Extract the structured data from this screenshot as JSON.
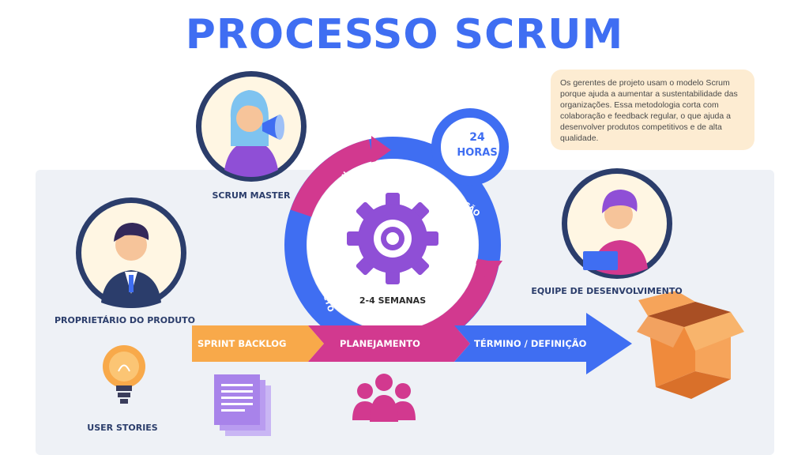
{
  "title": "PROCESSO SCRUM",
  "note": "Os gerentes de projeto usam o modelo Scrum porque ajuda a aumentar a sustentabilidade das organizações. Essa metodologia corta com colaboração e feedback regular, o que ajuda a desenvolver produtos competitivos e de alta qualidade.",
  "roles": {
    "scrum_master": "SCRUM MASTER",
    "product_owner": "PROPRIETÁRIO DO PRODUTO",
    "dev_team": "EQUIPE DE DESENVOLVIMENTO"
  },
  "cycle": {
    "review": "REVIEW",
    "implementation": "IMPLEMENTAÇÃO",
    "retrospect": "RETROSPECTO",
    "duration": "2-4 SEMANAS",
    "daily_value": "24",
    "daily_unit": "HORAS"
  },
  "flow": {
    "sprint_backlog": "SPRINT BACKLOG",
    "planning": "PLANEJAMENTO",
    "done": "TÉRMINO / DEFINIÇÃO"
  },
  "user_stories": "USER STORIES",
  "colors": {
    "blue": "#3f6ef2",
    "magenta": "#d2398f",
    "orange": "#f8a94a",
    "purple": "#8f4fd6",
    "navy": "#2b3d6b"
  }
}
